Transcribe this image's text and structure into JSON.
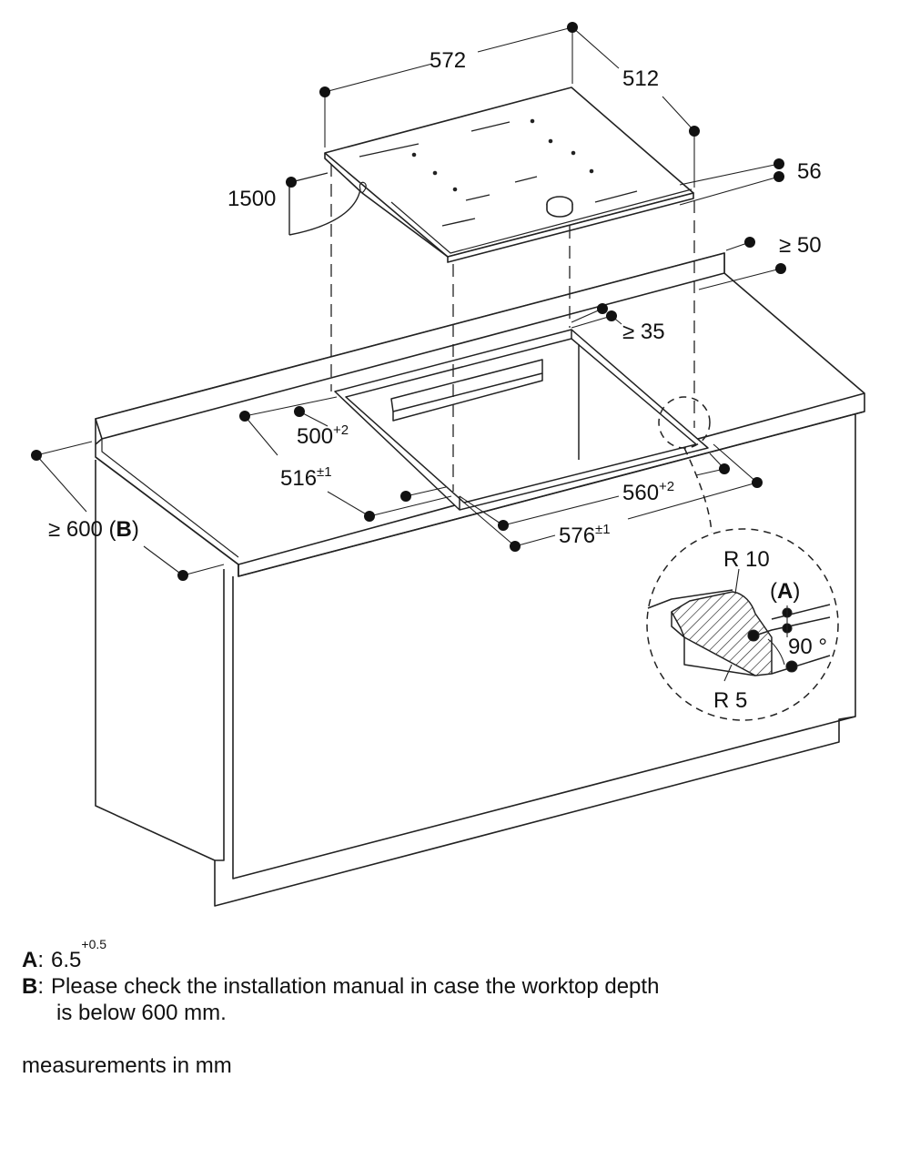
{
  "dimensions": {
    "cooktop_width": "572",
    "cooktop_depth": "512",
    "cable_length": "1500",
    "cooktop_height": "56",
    "rear_clearance": "≥ 50",
    "cutout_rear_distance": "≥ 35",
    "cutout_depth": {
      "value": "500",
      "tolerance": "+2"
    },
    "recess_depth": {
      "value": "516",
      "tolerance": "±1"
    },
    "cutout_width": {
      "value": "560",
      "tolerance": "+2"
    },
    "recess_width": {
      "value": "576",
      "tolerance": "±1"
    },
    "worktop_depth": {
      "prefix": "≥ 600 (",
      "key": "B",
      "suffix": ")"
    }
  },
  "detail": {
    "radius_outer": "R 10",
    "radius_inner": "R 5",
    "angle": "90 °",
    "marker": {
      "open": "(",
      "key": "A",
      "close": ")"
    }
  },
  "notes": [
    {
      "key": "A",
      "text": "6.5",
      "sup": "+0.5"
    },
    {
      "key": "B",
      "text": "Please check the installation manual in case the worktop depth",
      "continuation": "is below 600 mm."
    }
  ],
  "units": "measurements in mm"
}
